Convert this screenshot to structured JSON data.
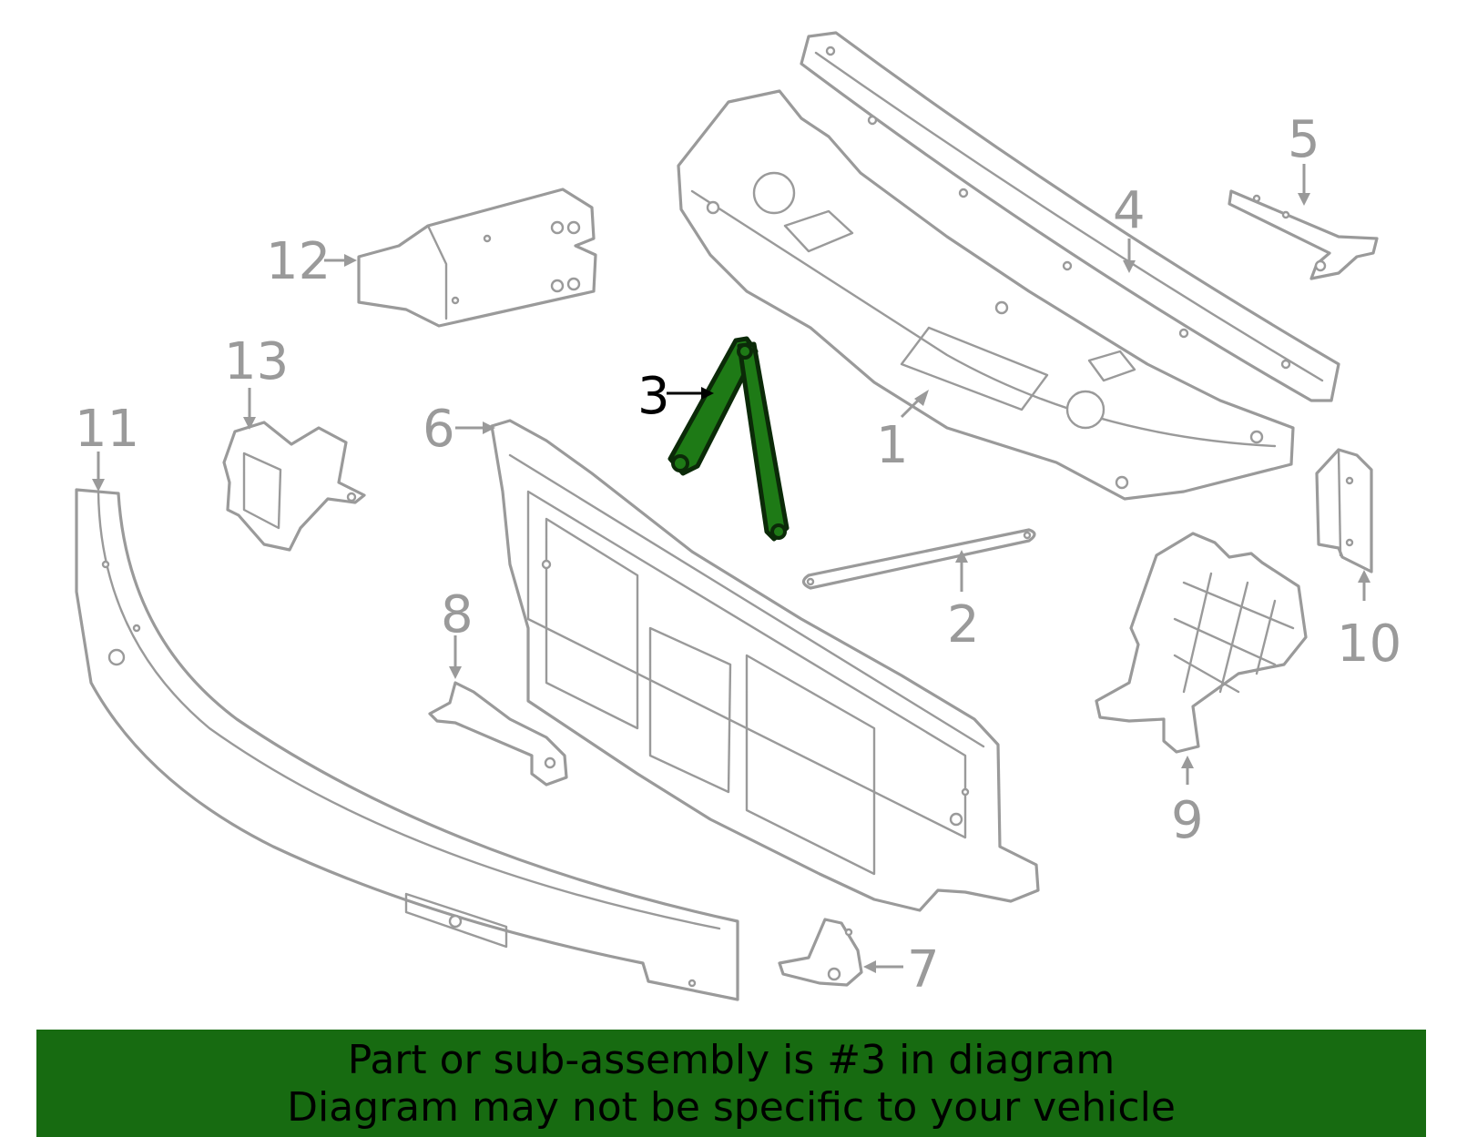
{
  "colors": {
    "highlight_fill": "#1e7a16",
    "highlight_stroke": "#0b2a08",
    "part_stroke": "#9a9a9a",
    "banner_bg": "#176b11",
    "banner_text": "#000000"
  },
  "callouts": [
    {
      "id": "1",
      "label": "1",
      "highlighted": false
    },
    {
      "id": "2",
      "label": "2",
      "highlighted": false
    },
    {
      "id": "3",
      "label": "3",
      "highlighted": true
    },
    {
      "id": "4",
      "label": "4",
      "highlighted": false
    },
    {
      "id": "5",
      "label": "5",
      "highlighted": false
    },
    {
      "id": "6",
      "label": "6",
      "highlighted": false
    },
    {
      "id": "7",
      "label": "7",
      "highlighted": false
    },
    {
      "id": "8",
      "label": "8",
      "highlighted": false
    },
    {
      "id": "9",
      "label": "9",
      "highlighted": false
    },
    {
      "id": "10",
      "label": "10",
      "highlighted": false
    },
    {
      "id": "11",
      "label": "11",
      "highlighted": false
    },
    {
      "id": "12",
      "label": "12",
      "highlighted": false
    },
    {
      "id": "13",
      "label": "13",
      "highlighted": false
    }
  ],
  "banner": {
    "line1": "Part or sub-assembly is #3 in diagram",
    "line2": "Diagram may not be specific to your vehicle"
  }
}
